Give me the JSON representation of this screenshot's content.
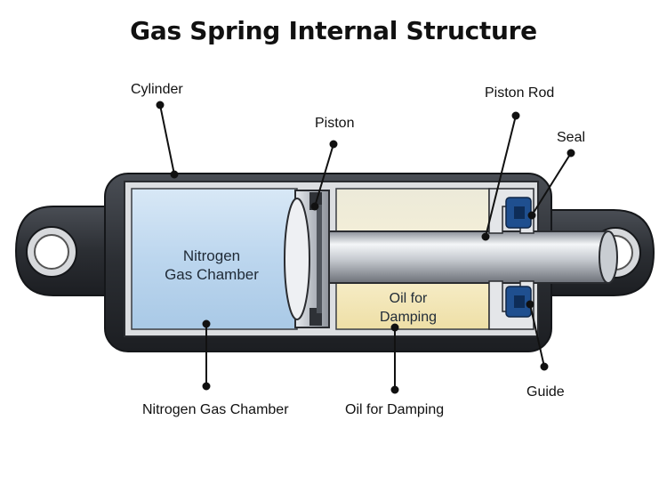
{
  "title": "Gas Spring Internal Structure",
  "labels": {
    "cylinder": "Cylinder",
    "piston": "Piston",
    "piston_rod": "Piston Rod",
    "seal": "Seal",
    "guide": "Guide",
    "nitrogen_chamber": "Nitrogen Gas Chamber",
    "oil_damping": "Oil for Damping"
  },
  "inner_labels": {
    "nitrogen_line1": "Nitrogen",
    "nitrogen_line2": "Gas Chamber",
    "oil_line1": "Oil for",
    "oil_line2": "Damping"
  },
  "colors": {
    "body_dark": "#2e3136",
    "cylinder_wall": "#d9dbde",
    "gas_fill": "#bcd6ee",
    "oil_fill": "#f1e6bd",
    "seal_blue": "#1f4f8f",
    "rod_silver": "#c8ccd2"
  }
}
